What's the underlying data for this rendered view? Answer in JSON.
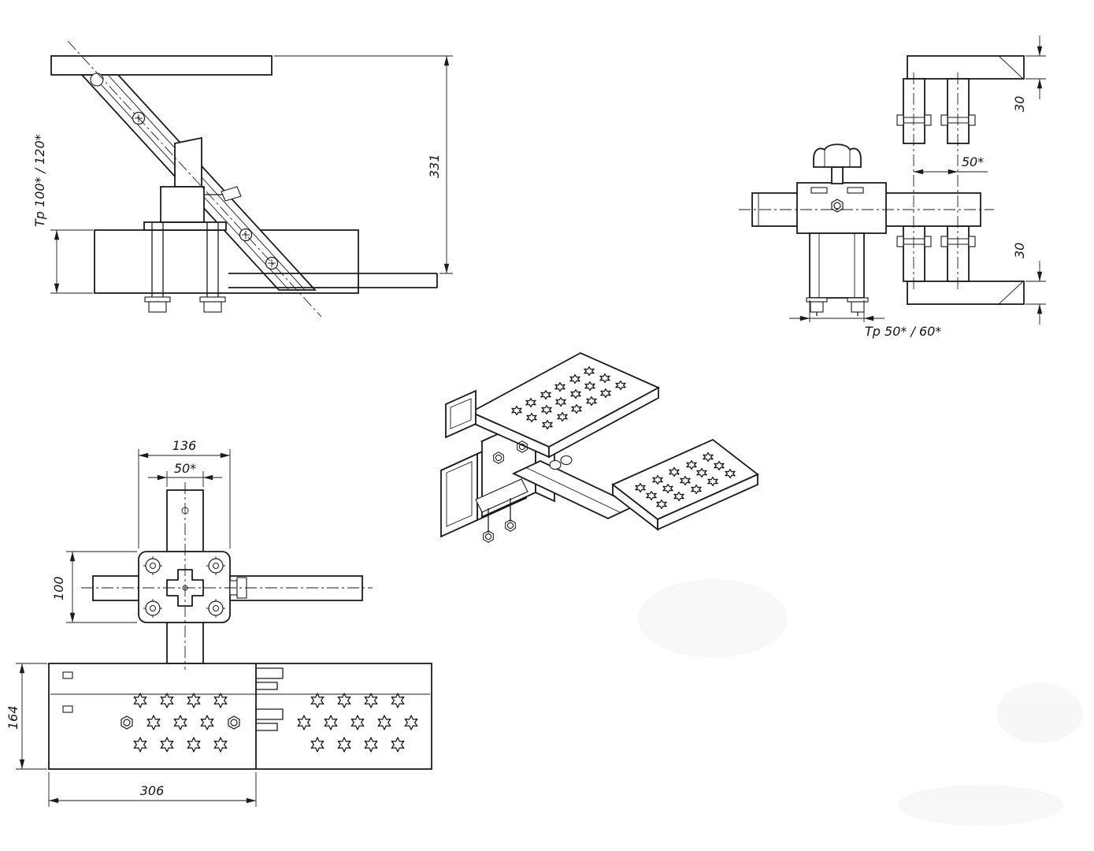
{
  "drawing": {
    "background_color": "#ffffff",
    "line_color": "#1b1b1b",
    "views": {
      "side": {
        "dim_tube": "Тр 100* / 120*",
        "dim_height": "331"
      },
      "front": {
        "dim_top_plate": "30",
        "dim_strap_gap": "50*",
        "dim_bottom_plate": "30",
        "dim_tube": "Тр 50* / 60*"
      },
      "plan": {
        "dim_clamp_width": "136",
        "dim_tube_width": "50*",
        "dim_clamp_depth": "100",
        "dim_step_depth": "164",
        "dim_step_length": "306"
      }
    }
  }
}
